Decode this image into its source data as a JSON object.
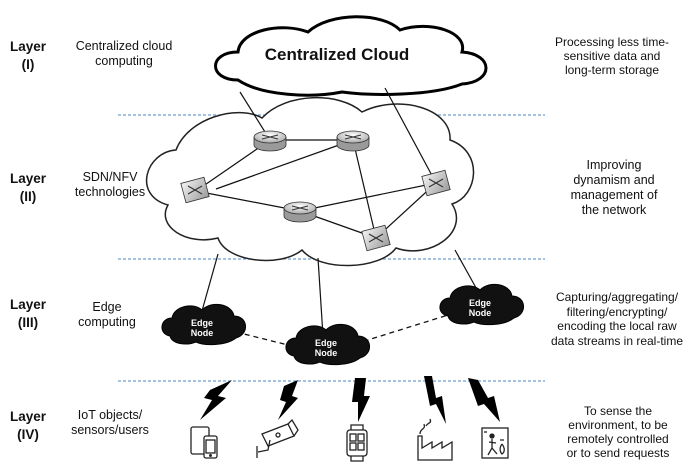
{
  "cloud_title": "Centralized Cloud",
  "edge_node_label": [
    "Edge",
    "Node"
  ],
  "layers": [
    {
      "label": [
        "Layer",
        "(I)"
      ],
      "name": [
        "Centralized cloud",
        "computing"
      ],
      "function": [
        "Processing less time-",
        "sensitive data and",
        "long-term storage"
      ]
    },
    {
      "label": [
        "Layer",
        "(II)"
      ],
      "name": [
        "SDN/NFV",
        "technologies"
      ],
      "function": [
        "Improving",
        "dynamism and",
        "management of",
        "the network"
      ]
    },
    {
      "label": [
        "Layer",
        "(III)"
      ],
      "name": [
        "Edge",
        "computing"
      ],
      "function": [
        "Capturing/aggregating/",
        "filtering/encrypting/",
        "encoding the local raw",
        "data streams in real-time"
      ]
    },
    {
      "label": [
        "Layer",
        "(IV)"
      ],
      "name": [
        "IoT objects/",
        "sensors/users"
      ],
      "function": [
        "To sense the",
        "environment, to be",
        "remotely controlled",
        "or to send requests"
      ]
    }
  ],
  "icons": [
    "mobile-devices-icon",
    "surveillance-camera-icon",
    "smartwatch-icon",
    "factory-icon",
    "smart-home-icon"
  ],
  "colors": {
    "separator": "#6f9fd0",
    "edge_cloud_fill": "#111111",
    "line": "#111111"
  }
}
